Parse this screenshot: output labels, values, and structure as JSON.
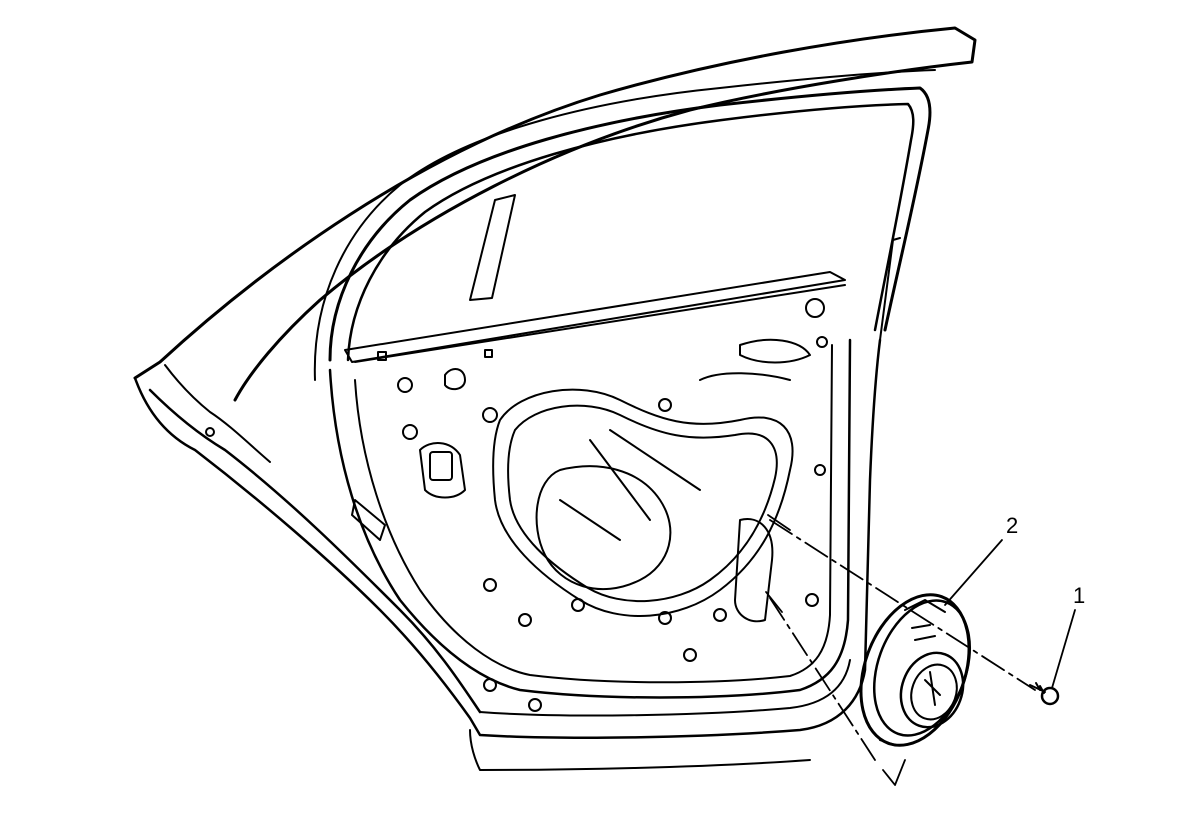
{
  "diagram": {
    "callouts": [
      {
        "id": "1",
        "label": "1"
      },
      {
        "id": "2",
        "label": "2"
      }
    ],
    "line_color": "#000000",
    "background": "#ffffff"
  }
}
